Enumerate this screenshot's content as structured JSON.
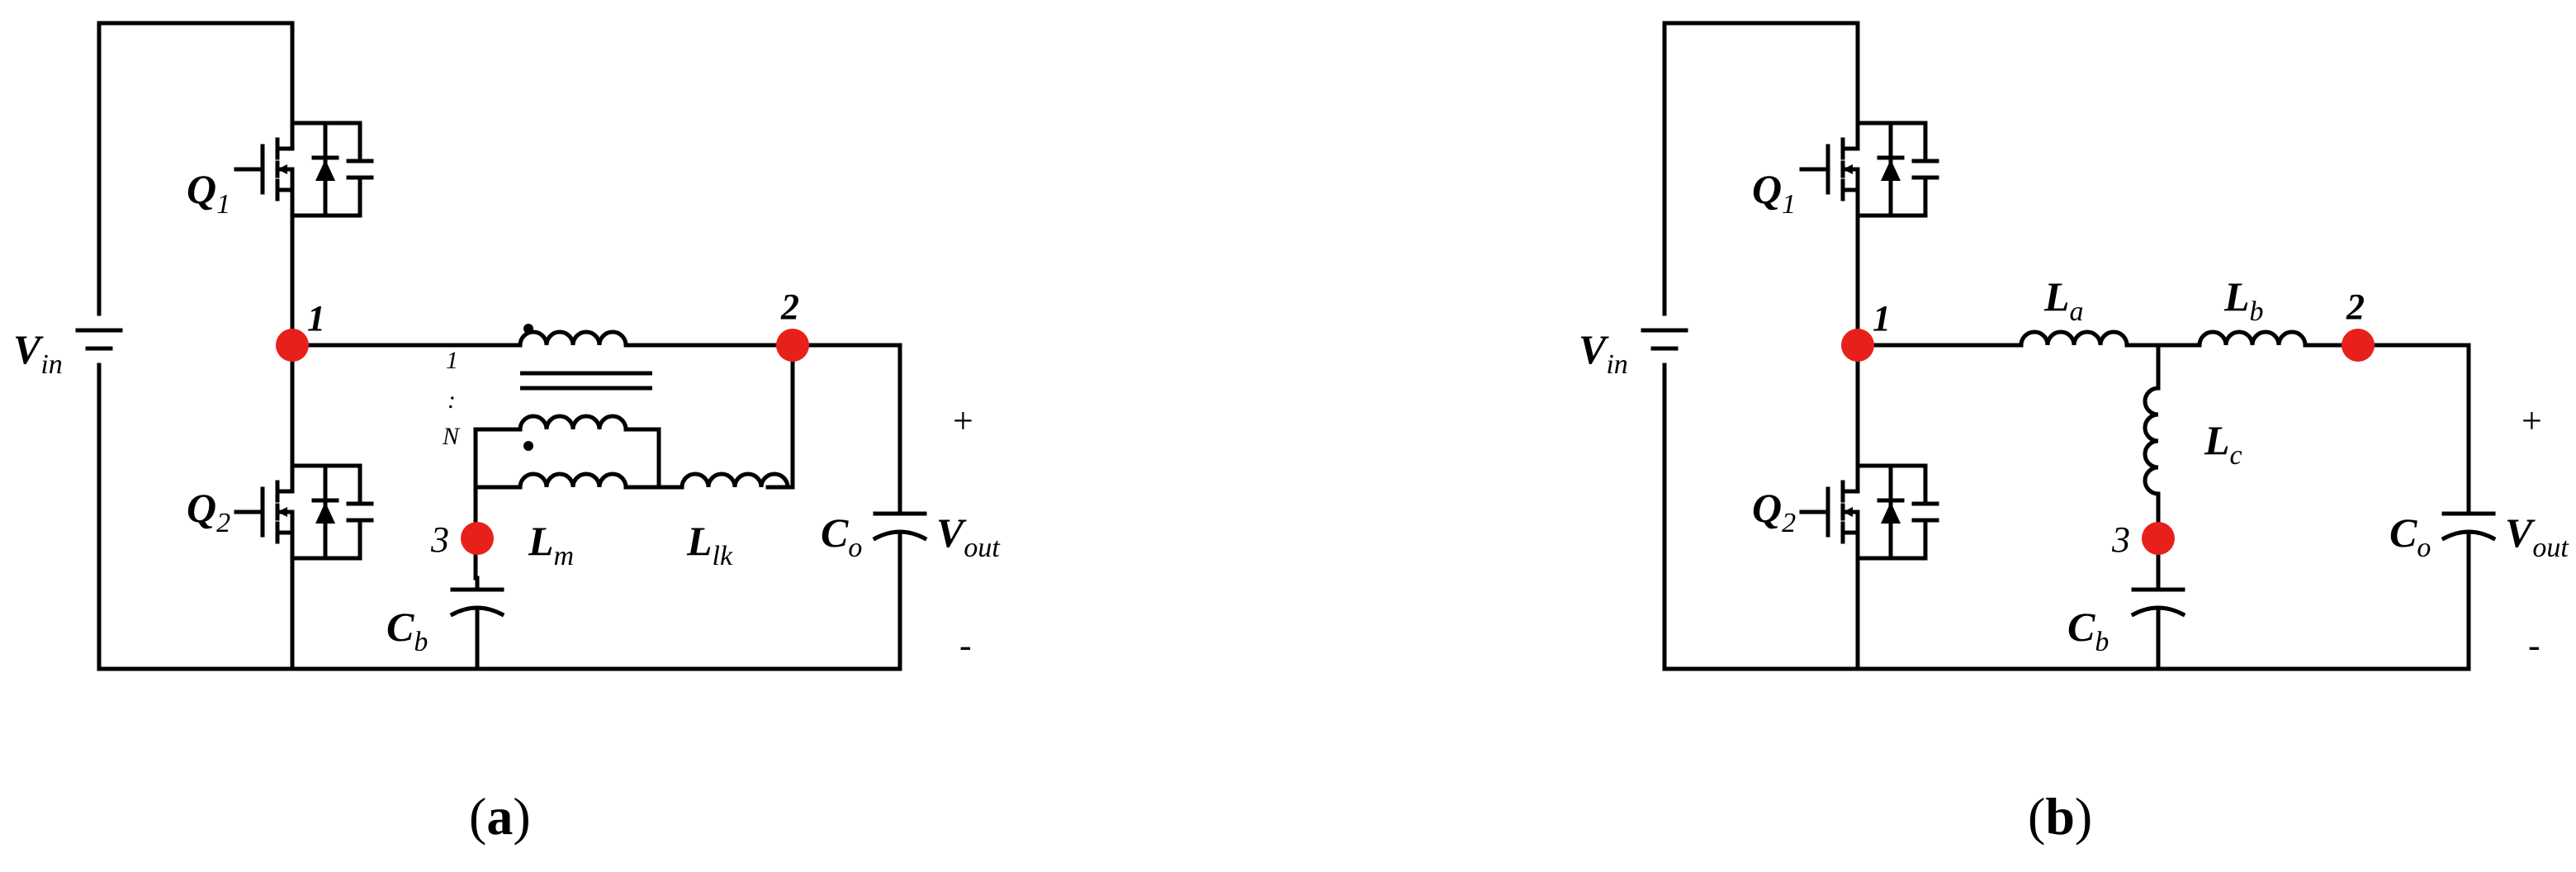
{
  "panels": [
    {
      "caption_open": "(",
      "caption_letter": "a",
      "caption_close": ")",
      "vin": {
        "main": "V",
        "sub": "in"
      },
      "q1": {
        "main": "Q",
        "sub": "1"
      },
      "q2": {
        "main": "Q",
        "sub": "2"
      },
      "node1": "1",
      "node2": "2",
      "node3": "3",
      "ratio_top": "1",
      "ratio_colon": ":",
      "ratio_bottom": "N",
      "lm": {
        "main": "L",
        "sub": "m"
      },
      "llk": {
        "main": "L",
        "sub": "lk"
      },
      "cb": {
        "main": "C",
        "sub": "b"
      },
      "co": {
        "main": "C",
        "sub": "o"
      },
      "vout": {
        "main": "V",
        "sub": "out"
      },
      "plus": "+",
      "minus": "-"
    },
    {
      "caption_open": "(",
      "caption_letter": "b",
      "caption_close": ")",
      "vin": {
        "main": "V",
        "sub": "in"
      },
      "q1": {
        "main": "Q",
        "sub": "1"
      },
      "q2": {
        "main": "Q",
        "sub": "2"
      },
      "node1": "1",
      "node2": "2",
      "node3": "3",
      "la": {
        "main": "L",
        "sub": "a"
      },
      "lb": {
        "main": "L",
        "sub": "b"
      },
      "lc": {
        "main": "L",
        "sub": "c"
      },
      "cb": {
        "main": "C",
        "sub": "b"
      },
      "co": {
        "main": "C",
        "sub": "o"
      },
      "vout": {
        "main": "V",
        "sub": "out"
      },
      "plus": "+",
      "minus": "-"
    }
  ],
  "colors": {
    "node": "#e8201b",
    "wire": "#000000",
    "background": "#ffffff"
  }
}
